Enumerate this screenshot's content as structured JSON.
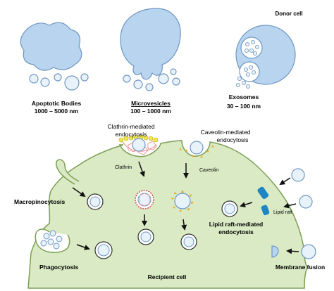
{
  "labels": {
    "apoptotic_bodies": "Apoptotic Bodies",
    "apoptotic_size": "1000 – 5000 nm",
    "microvesicles": "Microvesicles",
    "microvesicles_size": "100 – 1000 nm",
    "donor_cell": "Donor cell",
    "exosomes": "Exosomes",
    "exosomes_size": "30 – 100 nm",
    "clathrin_mediated_line1": "Clathrin-mediated",
    "clathrin_mediated_line2": "endocytosis",
    "caveolin_mediated_line1": "Caveolin-mediated",
    "caveolin_mediated_line2": "endocytosis",
    "clathrin": "Clathrin",
    "caveolin": "Caveolin",
    "macropinocytosis": "Macropinocytosis",
    "lipid_raft": "Lipid raft",
    "lipid_raft_mediated_line1": "Lipid raft-mediated",
    "lipid_raft_mediated_line2": "endocytosis",
    "phagocytosis": "Phagocytosis",
    "recipient_cell": "Recipient cell",
    "membrane_fusion": "Membrane fusion"
  },
  "colors": {
    "vesicle_fill": "#b8d4ef",
    "vesicle_stroke": "#6f96c4",
    "vesicle_light": "#e8f2fb",
    "recipient_fill": "#d9eac4",
    "recipient_stroke": "#7c9f55",
    "clathrin_yellow": "#f2e84a",
    "clathrin_pink": "#f08a8a",
    "caveolin_orange": "#f0a722",
    "lipid_raft_blue": "#1e86c4",
    "arrow": "#111111"
  }
}
